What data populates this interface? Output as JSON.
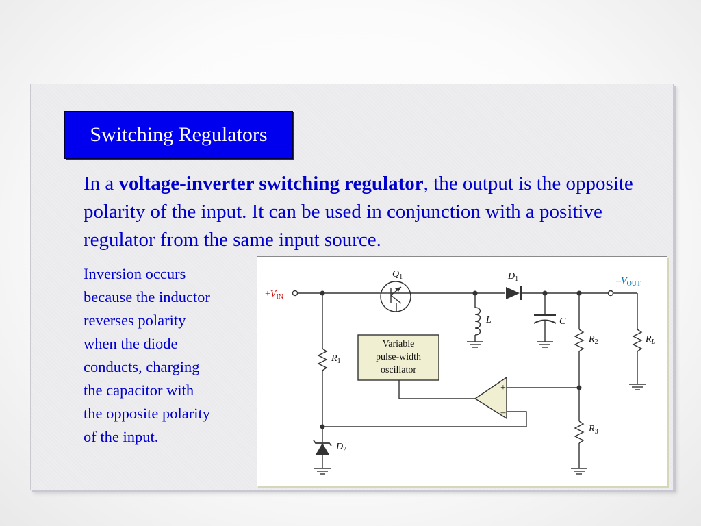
{
  "title": "Switching Regulators",
  "intro": {
    "prefix": "In a ",
    "bold": "voltage-inverter switching regulator",
    "rest": ", the output is the opposite polarity of the input. It can be used in conjunction with a positive regulator from the same input source."
  },
  "side_text": [
    "Inversion occurs",
    "because the inductor",
    "reverses polarity",
    "when the diode",
    "conducts, charging",
    "the capacitor with",
    "the opposite polarity",
    "of the input."
  ],
  "diagram": {
    "vin": {
      "sign": "+",
      "sym": "V",
      "sub": "IN"
    },
    "vout": {
      "sign": "–",
      "sym": "V",
      "sub": "OUT"
    },
    "q1": {
      "sym": "Q",
      "sub": "1"
    },
    "d1": {
      "sym": "D",
      "sub": "1"
    },
    "d2": {
      "sym": "D",
      "sub": "2"
    },
    "l": {
      "sym": "L"
    },
    "c": {
      "sym": "C"
    },
    "r1": {
      "sym": "R",
      "sub": "1"
    },
    "r2": {
      "sym": "R",
      "sub": "2"
    },
    "r3": {
      "sym": "R",
      "sub": "3"
    },
    "rl": {
      "sym": "R",
      "sub": "L"
    },
    "oscillator": [
      "Variable",
      "pulse-width",
      "oscillator"
    ],
    "opamp_plus": "+",
    "opamp_minus": "–",
    "colors": {
      "vin_label": "#cc0000",
      "vout_label": "#0077aa",
      "oscillator_fill": "#f0efd2",
      "opamp_fill": "#f0efd2"
    }
  }
}
